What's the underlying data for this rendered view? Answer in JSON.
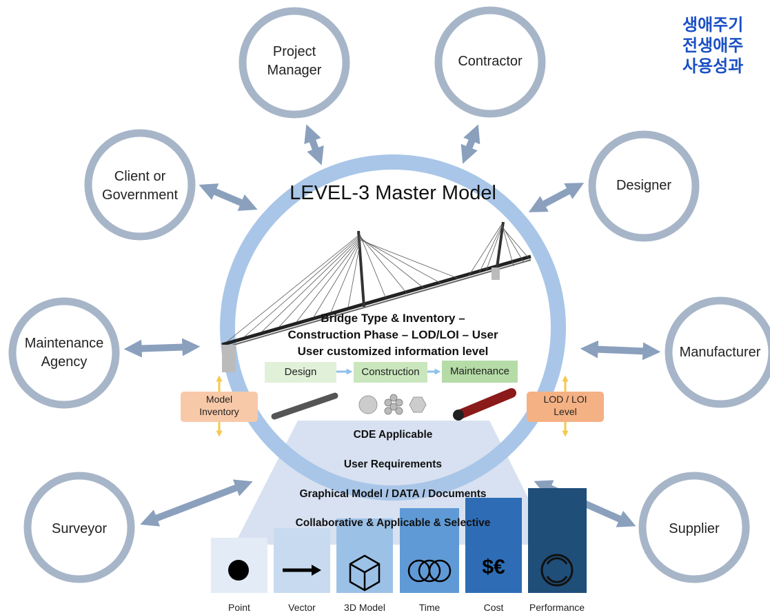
{
  "heading": {
    "line1": "생애주기",
    "line2": "전생애주",
    "line3": "사용성과"
  },
  "center_title": "LEVEL-3 Master Model",
  "stakeholders": [
    {
      "line1": "Project",
      "line2": "Manager"
    },
    {
      "line1": "Contractor",
      "line2": ""
    },
    {
      "line1": "Client or",
      "line2": "Government"
    },
    {
      "line1": "Designer",
      "line2": ""
    },
    {
      "line1": "Maintenance",
      "line2": "Agency"
    },
    {
      "line1": "Manufacturer",
      "line2": ""
    },
    {
      "line1": "Surveyor",
      "line2": ""
    },
    {
      "line1": "Supplier",
      "line2": ""
    }
  ],
  "info_lines": [
    "Bridge Type & Inventory –",
    "Construction Phase – LOD/LOI – User",
    "User customized information level"
  ],
  "phases": [
    "Design",
    "Construction",
    "Maintenance"
  ],
  "side_boxes": {
    "left": {
      "line1": "Model",
      "line2": "Inventory"
    },
    "right": {
      "line1": "LOD / LOI",
      "line2": "Level"
    }
  },
  "trapezoid_lines": [
    "CDE Applicable",
    "User Requirements",
    "Graphical Model / DATA / Documents",
    "Collaborative & Applicable & Selective"
  ],
  "representations": [
    {
      "label": "Point",
      "icon": "dot-icon"
    },
    {
      "label": "Vector",
      "icon": "arrow-icon"
    },
    {
      "label": "3D Model",
      "icon": "cube-icon"
    },
    {
      "label": "Time",
      "icon": "rings-icon"
    },
    {
      "label": "Cost",
      "icon": "currency-icon",
      "symbol": "$€"
    },
    {
      "label": "Performance",
      "icon": "cycle-icon"
    }
  ],
  "colors": {
    "ring": "#a9c6e8",
    "stake_circle": "#a7b5c8",
    "arrow": "#8aa0bd",
    "heading": "#1a4fc4",
    "phase_box": "#c9e6bd",
    "orange_box": "#f4b183",
    "trapezoid": "#d3deef",
    "bars": [
      "#e3ebf6",
      "#c7daf0",
      "#9cc1e6",
      "#5f9ad6",
      "#2e6db5",
      "#1f4e79"
    ]
  }
}
